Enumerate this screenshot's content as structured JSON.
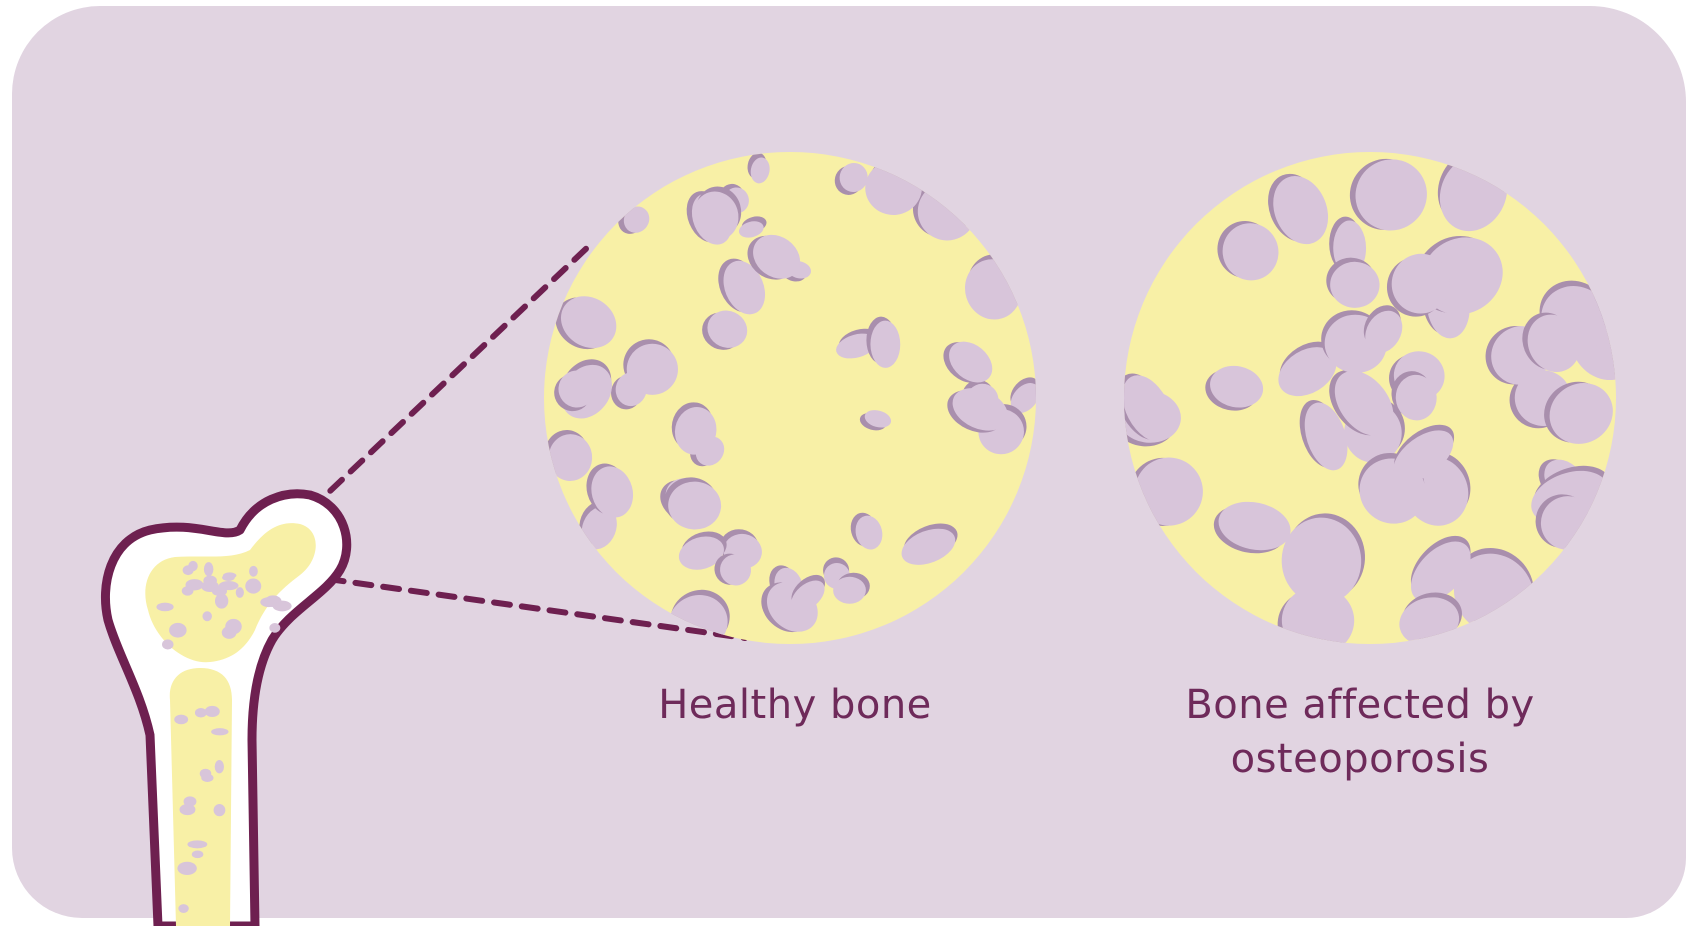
{
  "captions": {
    "healthy": "Healthy bone",
    "osteoporosis_line1": "Bone affected by",
    "osteoporosis_line2": "osteoporosis"
  },
  "colors": {
    "background": "#e1d4e1",
    "bone_yellow": "#f8f0a6",
    "outline_plum": "#6e2050",
    "pore_lilac": "#d8c5da",
    "pore_shadow": "#a98fad",
    "caption": "#6e2a5a"
  }
}
